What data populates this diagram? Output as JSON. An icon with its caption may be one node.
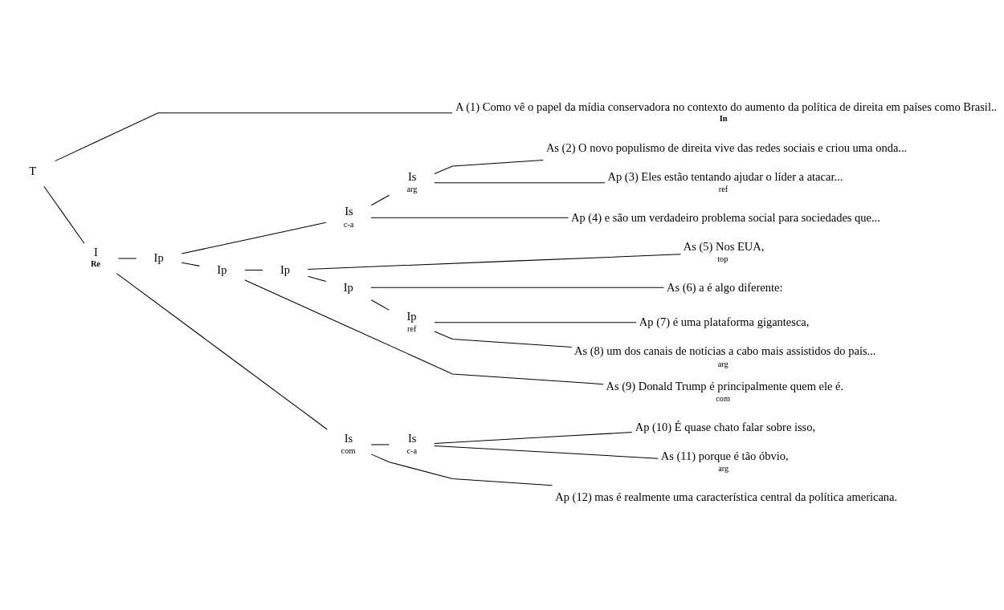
{
  "diagram": {
    "nodes": [
      {
        "text": [
          "T"
        ]
      },
      {
        "text": [
          "A (1) Como vê o papel da mídia conservadora no contexto do aumento da política de direita em países como Brasil..."
        ],
        "beside": [
          "In"
        ]
      },
      {
        "text": [
          "I"
        ],
        "beside": [
          "Re"
        ]
      },
      {
        "text": [
          "Ip"
        ]
      },
      {
        "text": [
          "Is"
        ],
        "beside": [
          "c-a"
        ]
      },
      {
        "text": [
          "Is"
        ],
        "beside": [
          "arg"
        ]
      },
      {
        "text": [
          "As (2) O novo populismo de direita vive das redes sociais e criou uma onda..."
        ]
      },
      {
        "text": [
          "Ap (3) Eles estão tentando ajudar o líder a atacar..."
        ],
        "beside": [
          "ref"
        ]
      },
      {
        "text": [
          "Ap (4) e são um verdadeiro problema social para sociedades que..."
        ]
      },
      {
        "text": [
          "Ip"
        ]
      },
      {
        "text": [
          "Ip"
        ]
      },
      {
        "text": [
          "As (5) Nos EUA,"
        ],
        "beside": [
          "top"
        ]
      },
      {
        "text": [
          "Ip"
        ]
      },
      {
        "text": [
          "As (6) a é algo diferente:"
        ]
      },
      {
        "text": [
          "Ip"
        ],
        "beside": [
          "ref"
        ]
      },
      {
        "text": [
          "Ap (7) é uma plataforma gigantesca,"
        ]
      },
      {
        "text": [
          "As (8) um dos canais de notícias a cabo mais assistidos do país..."
        ],
        "beside": [
          "arg"
        ]
      },
      {
        "text": [
          "As (9) Donald Trump é principalmente quem ele é."
        ],
        "beside": [
          "com"
        ]
      },
      {
        "text": [
          "Is"
        ],
        "beside": [
          "com"
        ]
      },
      {
        "text": [
          "Is"
        ],
        "beside": [
          "c-a"
        ]
      },
      {
        "text": [
          "Ap (10) É quase chato falar sobre isso,"
        ]
      },
      {
        "text": [
          "As (11) porque é tão óbvio,"
        ],
        "beside": [
          "arg"
        ]
      },
      {
        "text": [
          "Ap (12) mas é realmente uma característica central da política americana."
        ]
      }
    ],
    "edges": [
      {
        "from": 0,
        "to": 1,
        "arrow": "none"
      },
      {
        "from": 0,
        "to": 2,
        "arrow": "none"
      },
      {
        "from": 2,
        "to": 3,
        "arrow": "none"
      },
      {
        "from": 2,
        "to": 18,
        "arrow": "none"
      },
      {
        "from": 3,
        "to": 4,
        "arrow": "none"
      },
      {
        "from": 3,
        "to": 9,
        "arrow": "none"
      },
      {
        "from": 4,
        "to": 5,
        "arrow": "none"
      },
      {
        "from": 4,
        "to": 8,
        "arrow": "none"
      },
      {
        "from": 5,
        "to": 6,
        "arrow": "none"
      },
      {
        "from": 5,
        "to": 7,
        "arrow": "none"
      },
      {
        "from": 9,
        "to": 10,
        "arrow": "none"
      },
      {
        "from": 9,
        "to": 17,
        "arrow": "none"
      },
      {
        "from": 10,
        "to": 11,
        "arrow": "none"
      },
      {
        "from": 10,
        "to": 12,
        "arrow": "none"
      },
      {
        "from": 12,
        "to": 13,
        "arrow": "none"
      },
      {
        "from": 12,
        "to": 14,
        "arrow": "none"
      },
      {
        "from": 14,
        "to": 15,
        "arrow": "none"
      },
      {
        "from": 14,
        "to": 16,
        "arrow": "none"
      },
      {
        "from": 18,
        "to": 19,
        "arrow": "none"
      },
      {
        "from": 18,
        "to": 22,
        "arrow": "none"
      },
      {
        "from": 19,
        "to": 20,
        "arrow": "none"
      },
      {
        "from": 19,
        "to": 21,
        "arrow": "none"
      }
    ]
  }
}
